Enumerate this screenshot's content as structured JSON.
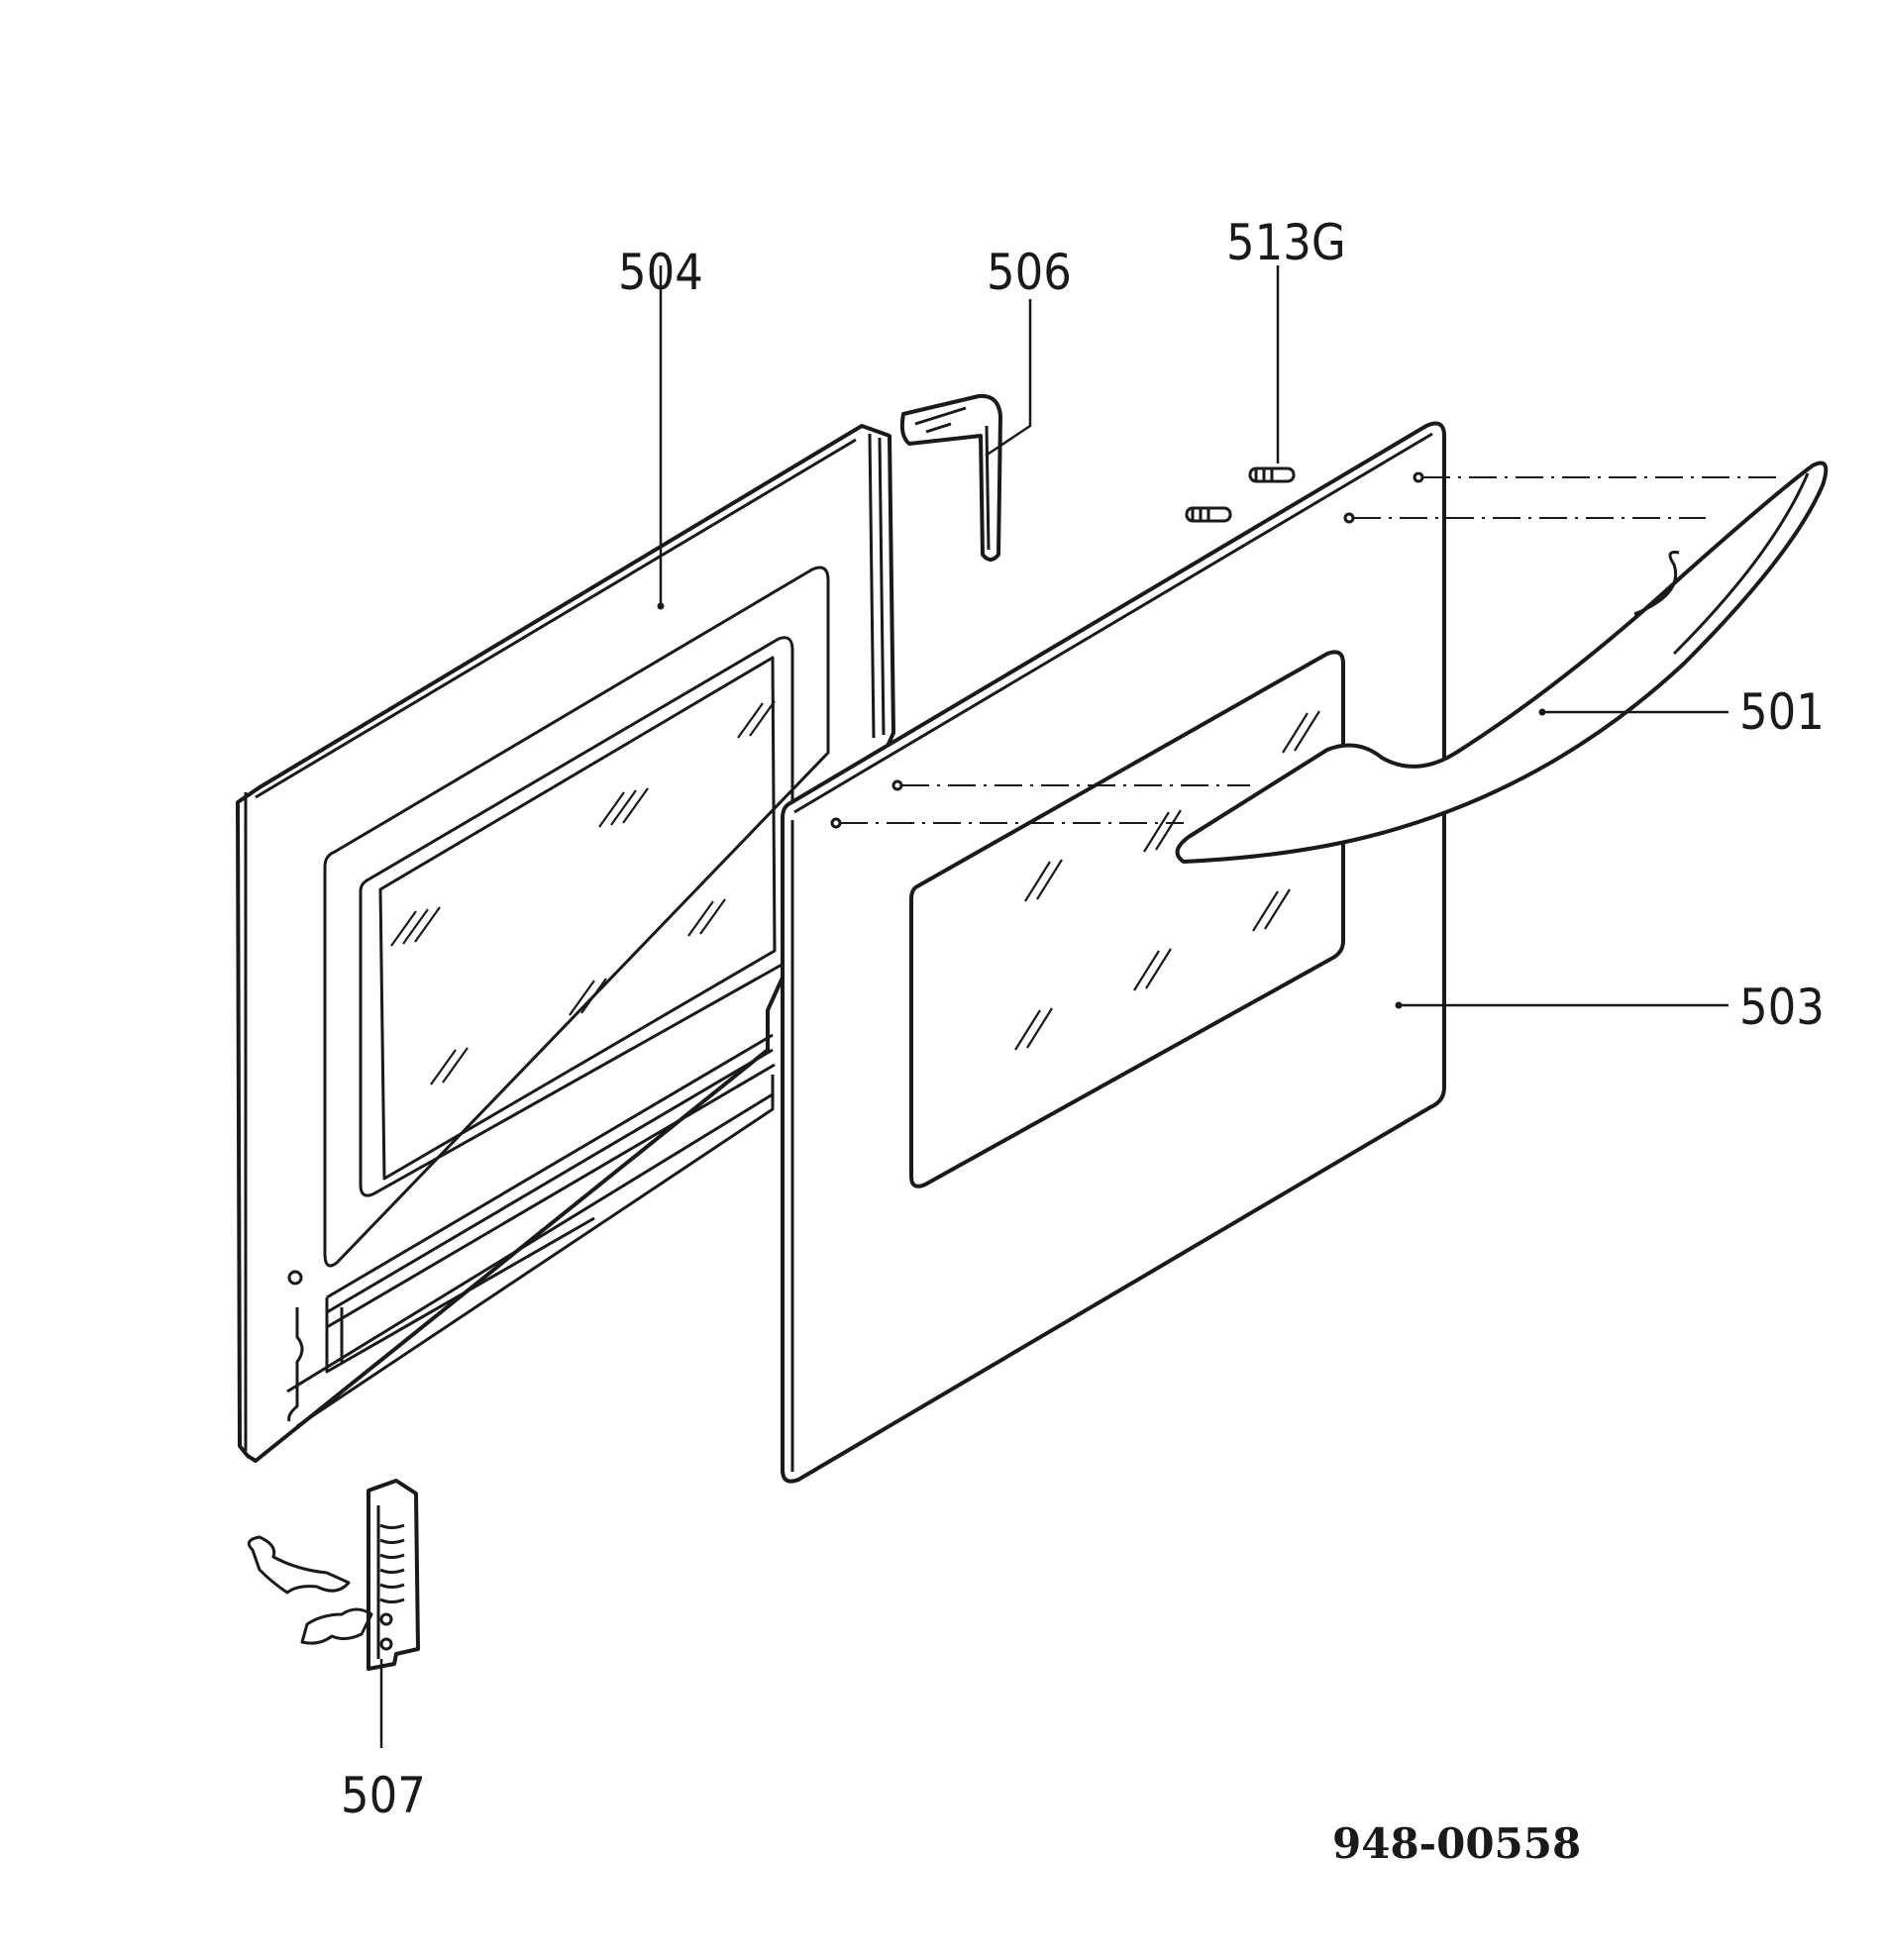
{
  "parts": {
    "inner_door": "504",
    "seal": "506",
    "screws": "513G",
    "handle": "501",
    "outer_door": "503",
    "hinge": "507"
  },
  "document_number": "948-00558"
}
